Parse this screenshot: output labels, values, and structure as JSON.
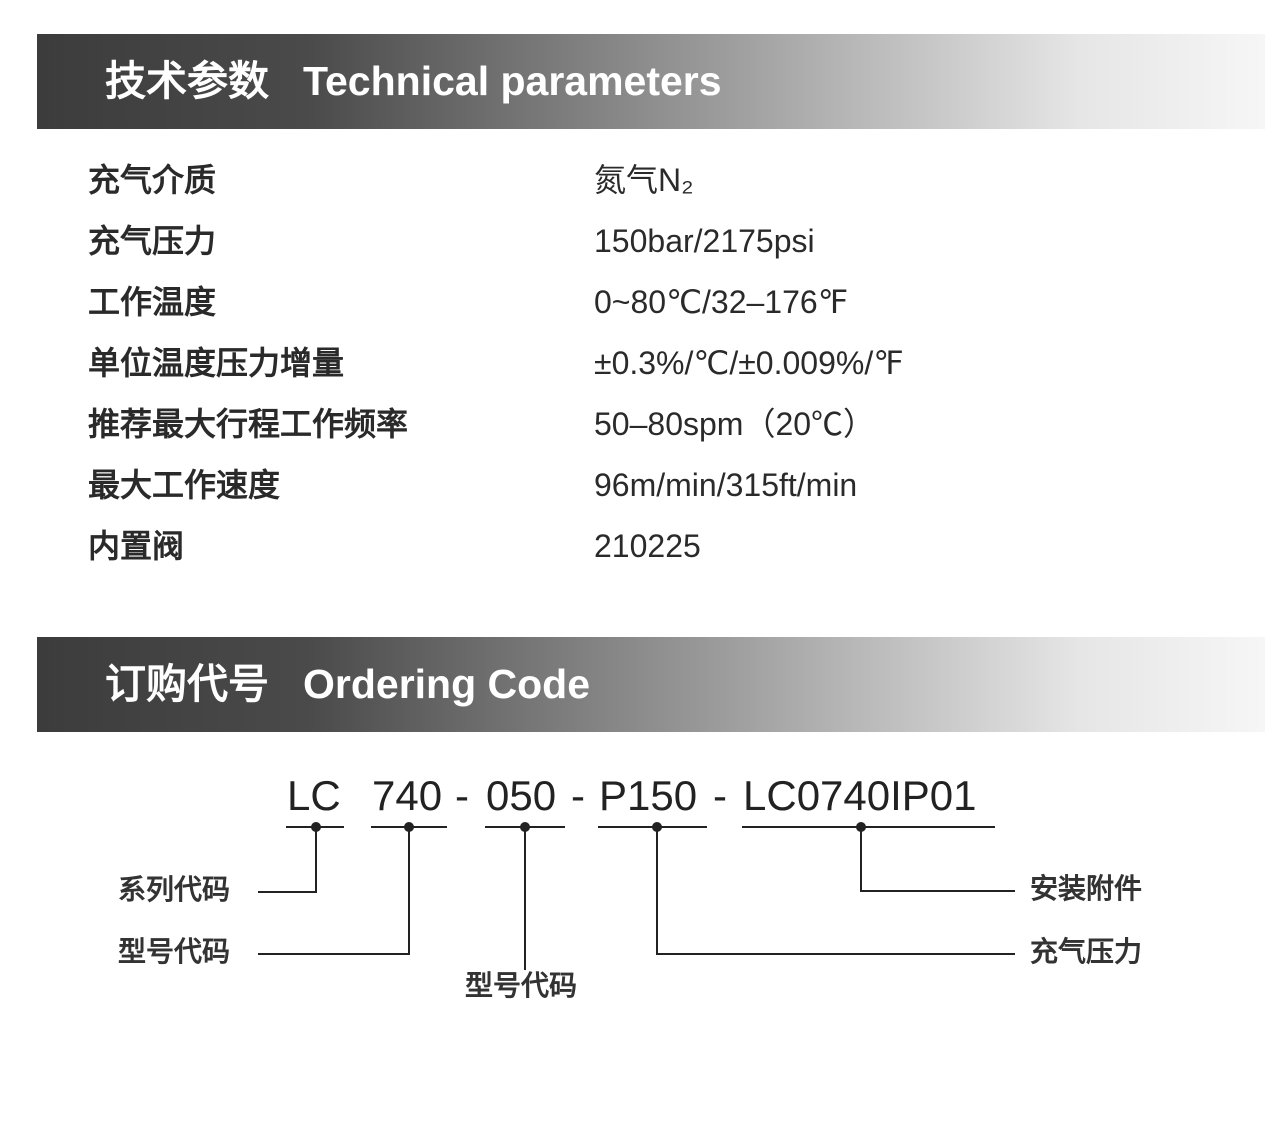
{
  "sections": {
    "technical": {
      "title_zh": "技术参数",
      "title_en": "Technical parameters"
    },
    "ordering": {
      "title_zh": "订购代号",
      "title_en": "Ordering Code"
    }
  },
  "parameters": [
    {
      "label": "充气介质",
      "value": "氮气N₂"
    },
    {
      "label": "充气压力",
      "value": "150bar/2175psi"
    },
    {
      "label": "工作温度",
      "value": "0~80℃/32–176℉"
    },
    {
      "label": "单位温度压力增量",
      "value": "±0.3%/℃/±0.009%/℉"
    },
    {
      "label": "推荐最大行程工作频率",
      "value": "50–80spm（20℃）"
    },
    {
      "label": "最大工作速度",
      "value": "96m/min/315ft/min"
    },
    {
      "label": "内置阀",
      "value": "210225"
    }
  ],
  "ordering_code": {
    "segments": [
      "LC",
      "740",
      "050",
      "P150",
      "LC0740IP01"
    ],
    "separator": "-",
    "labels": {
      "series": "系列代码",
      "model_1": "型号代码",
      "model_2": "型号代码",
      "accessory": "安装附件",
      "pressure": "充气压力"
    }
  },
  "colors": {
    "banner_dark": "#3c3c3c",
    "banner_light": "#f6f6f6",
    "text": "#2a2a2a",
    "line": "#222222"
  }
}
